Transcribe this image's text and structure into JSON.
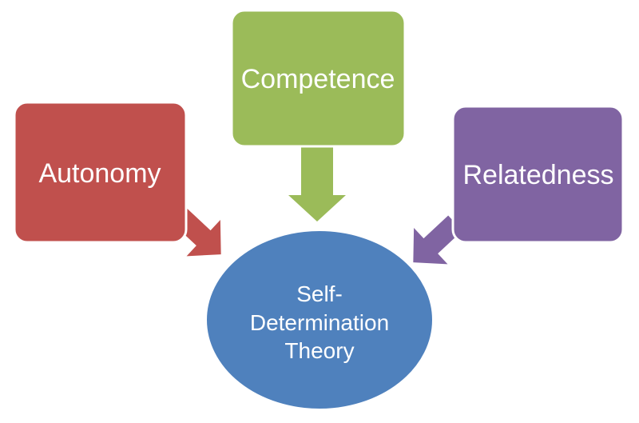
{
  "diagram": {
    "type": "concept-diagram",
    "background": "#ffffff",
    "text_color": "#ffffff",
    "factors": [
      {
        "label": "Autonomy",
        "color": "#c0504d"
      },
      {
        "label": "Competence",
        "color": "#9bbb59"
      },
      {
        "label": "Relatedness",
        "color": "#8064a2"
      }
    ],
    "center": {
      "full_label": "Self-Determination Theory",
      "lines": [
        "Self-",
        "Determination",
        "Theory"
      ],
      "color": "#4f81bd"
    }
  }
}
